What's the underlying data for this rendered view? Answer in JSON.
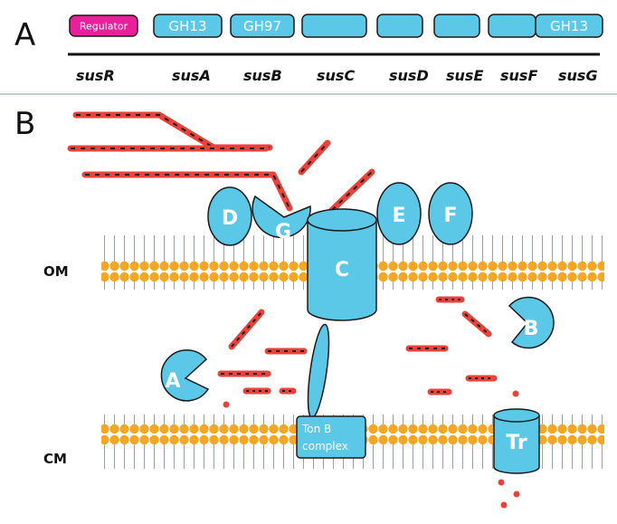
{
  "panels": {
    "a": "A",
    "b": "B"
  },
  "operon": {
    "regulator_label": "Regulator",
    "domains": [
      "GH13",
      "GH97",
      "",
      "",
      "",
      "",
      "GH13"
    ],
    "genes": [
      "susR",
      "susA",
      "susB",
      "susC",
      "susD",
      "susE",
      "susF",
      "susG"
    ]
  },
  "membranes": {
    "outer": "OM",
    "inner": "CM"
  },
  "proteins": {
    "D": "D",
    "G": "G",
    "C": "C",
    "E": "E",
    "F": "F",
    "A": "A",
    "B": "B",
    "Tr": "Tr",
    "tonb_line1": "Ton B",
    "tonb_line2": "complex"
  },
  "colors": {
    "protein": "#5bc8e8",
    "regulator": "#e8219a",
    "starch": "#e8423a",
    "lipid_head": "#f5a623",
    "outline": "#1a1a1a"
  }
}
